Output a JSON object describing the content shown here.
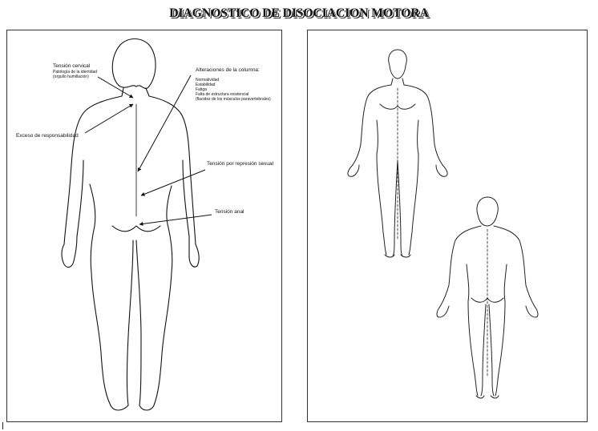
{
  "title": "DIAGNOSTICO DE DISOCIACION MOTORA",
  "annotations": {
    "cervical": {
      "heading": "Tensión cervical",
      "lines": [
        "Patología de la identidad",
        "(orgullo humillación)"
      ]
    },
    "responsabilidad": {
      "heading": "Exceso de responsabilidad"
    },
    "columna": {
      "heading": "Alteraciones de la columna:",
      "lines": [
        "Normalividad",
        "Estabilidad",
        "Fatiga",
        "Falta de estructura existencial",
        "(flacidez de los músculos paravertebrales)"
      ]
    },
    "sexual": {
      "heading": "Tensión por represión sexual"
    },
    "anal": {
      "heading": "Tensión anal"
    }
  },
  "colors": {
    "ink": "#111111",
    "paper": "#ffffff",
    "frame": "#333333"
  }
}
